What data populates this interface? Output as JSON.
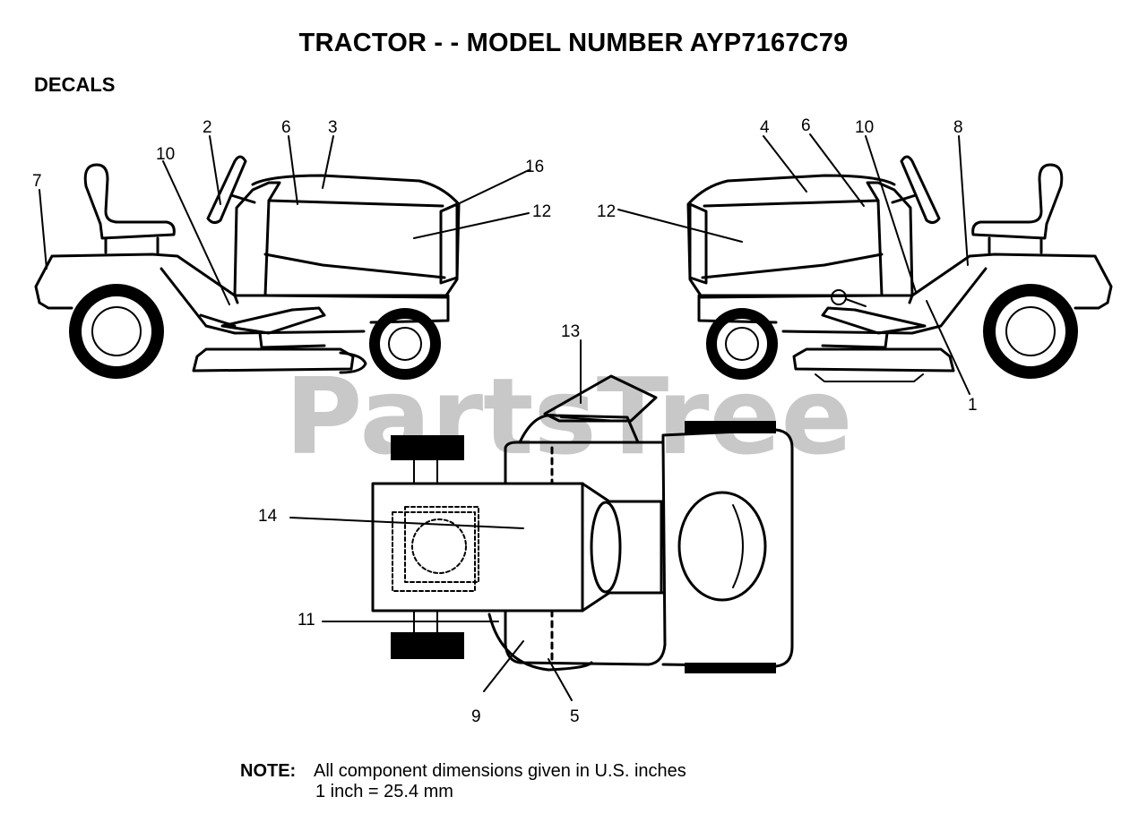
{
  "title": "TRACTOR - - MODEL NUMBER AYP7167C79",
  "section": "DECALS",
  "watermark": "PartsTree",
  "callouts": {
    "left_view": {
      "c7": "7",
      "c10": "10",
      "c2": "2",
      "c6": "6",
      "c3": "3",
      "c16": "16",
      "c12": "12"
    },
    "right_view": {
      "c12": "12",
      "c4": "4",
      "c6": "6",
      "c10": "10",
      "c8": "8",
      "c1": "1"
    },
    "top_view": {
      "c13": "13",
      "c14": "14",
      "c11": "11",
      "c9": "9",
      "c5": "5"
    }
  },
  "note": {
    "label": "NOTE:",
    "line1": "All component dimensions given in U.S. inches",
    "line2": "1 inch = 25.4 mm"
  }
}
